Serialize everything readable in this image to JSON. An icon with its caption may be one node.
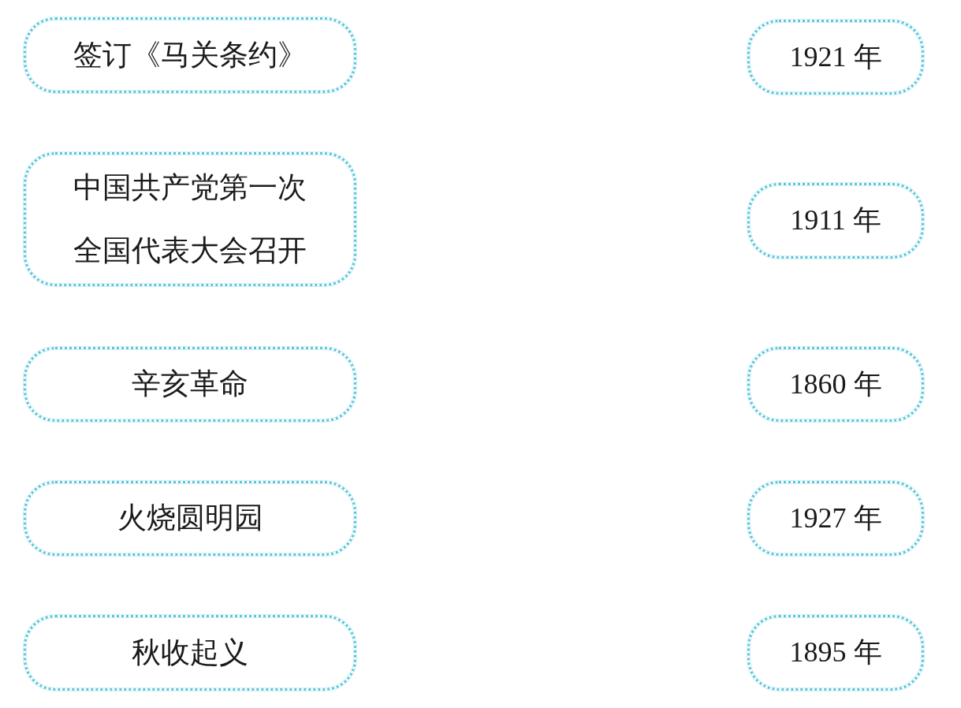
{
  "diagram": {
    "nodes": [
      {
        "text": [
          "签订《马关条约》"
        ]
      },
      {
        "text": [
          "中国共产党第一次全国代表大会召开"
        ]
      },
      {
        "text": [
          "辛亥革命"
        ]
      },
      {
        "text": [
          "火烧圆明园"
        ]
      },
      {
        "text": [
          "秋收起义"
        ]
      },
      {
        "text": [
          "1921 年"
        ]
      },
      {
        "text": [
          "1911 年"
        ]
      },
      {
        "text": [
          "1860 年"
        ]
      },
      {
        "text": [
          "1927 年"
        ]
      },
      {
        "text": [
          "1895 年"
        ]
      }
    ]
  }
}
